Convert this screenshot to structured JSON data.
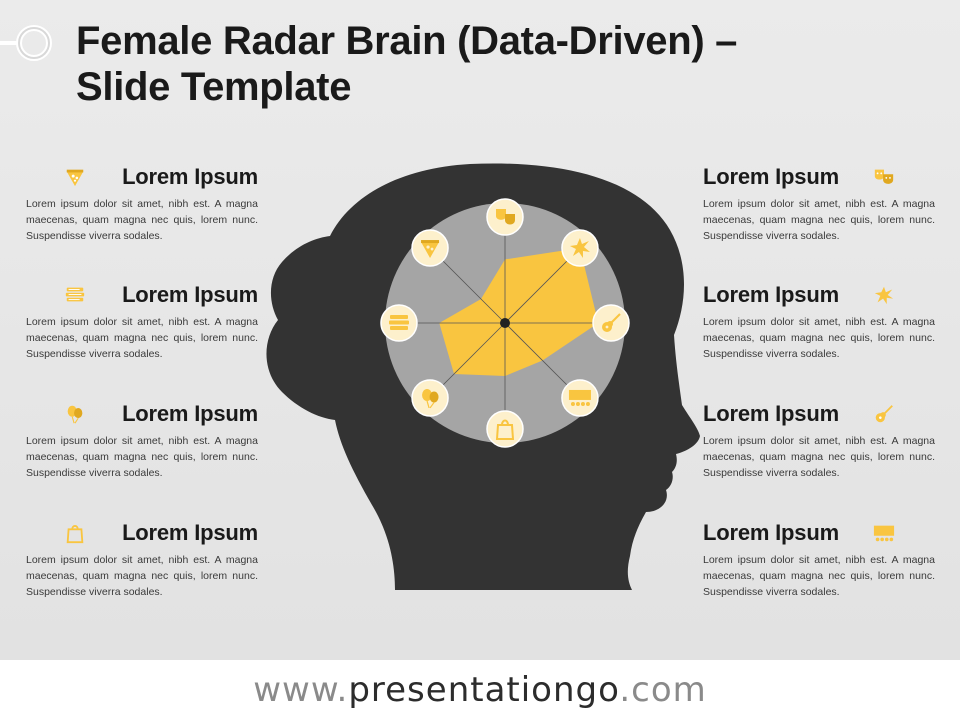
{
  "title": {
    "line1": "Female Radar Brain (Data-Driven) –",
    "line2": "Slide Template"
  },
  "colors": {
    "accent": "#f9c540",
    "head": "#333333",
    "disc": "#a5a5a5",
    "node": "#fdf0cc",
    "background": "#e6e6e6"
  },
  "items_left": [
    {
      "heading": "Lorem Ipsum",
      "icon": "pizza-icon",
      "body": "Lorem ipsum dolor sit amet, nibh est. A magna maecenas, quam magna nec quis, lorem nunc. Suspendisse viverra sodales."
    },
    {
      "heading": "Lorem Ipsum",
      "icon": "books-icon",
      "body": "Lorem ipsum dolor sit amet, nibh est. A magna maecenas, quam magna nec quis, lorem nunc. Suspendisse viverra sodales."
    },
    {
      "heading": "Lorem Ipsum",
      "icon": "balloons-icon",
      "body": "Lorem ipsum dolor sit amet, nibh est. A magna maecenas, quam magna nec quis, lorem nunc. Suspendisse viverra sodales."
    },
    {
      "heading": "Lorem Ipsum",
      "icon": "shopping-bag-icon",
      "body": "Lorem ipsum dolor sit amet, nibh est. A magna maecenas, quam magna nec quis, lorem nunc. Suspendisse viverra sodales."
    }
  ],
  "items_right": [
    {
      "heading": "Lorem Ipsum",
      "icon": "theater-masks-icon",
      "body": "Lorem ipsum dolor sit amet, nibh est. A magna maecenas, quam magna nec quis, lorem nunc. Suspendisse viverra sodales."
    },
    {
      "heading": "Lorem Ipsum",
      "icon": "paint-splash-icon",
      "body": "Lorem ipsum dolor sit amet, nibh est. A magna maecenas, quam magna nec quis, lorem nunc. Suspendisse viverra sodales."
    },
    {
      "heading": "Lorem Ipsum",
      "icon": "guitar-icon",
      "body": "Lorem ipsum dolor sit amet, nibh est. A magna maecenas, quam magna nec quis, lorem nunc. Suspendisse viverra sodales."
    },
    {
      "heading": "Lorem Ipsum",
      "icon": "cinema-icon",
      "body": "Lorem ipsum dolor sit amet, nibh est. A magna maecenas, quam magna nec quis, lorem nunc. Suspendisse viverra sodales."
    }
  ],
  "radar": {
    "axes": [
      "theater-masks-icon",
      "paint-splash-icon",
      "guitar-icon",
      "cinema-icon",
      "shopping-bag-icon",
      "balloons-icon",
      "books-icon",
      "pizza-icon"
    ],
    "values": [
      0.6,
      1.0,
      0.88,
      0.5,
      0.5,
      0.68,
      0.62,
      0.32
    ]
  },
  "footer": {
    "prefix": "www.",
    "brand": "presentationgo",
    "suffix": ".com"
  }
}
